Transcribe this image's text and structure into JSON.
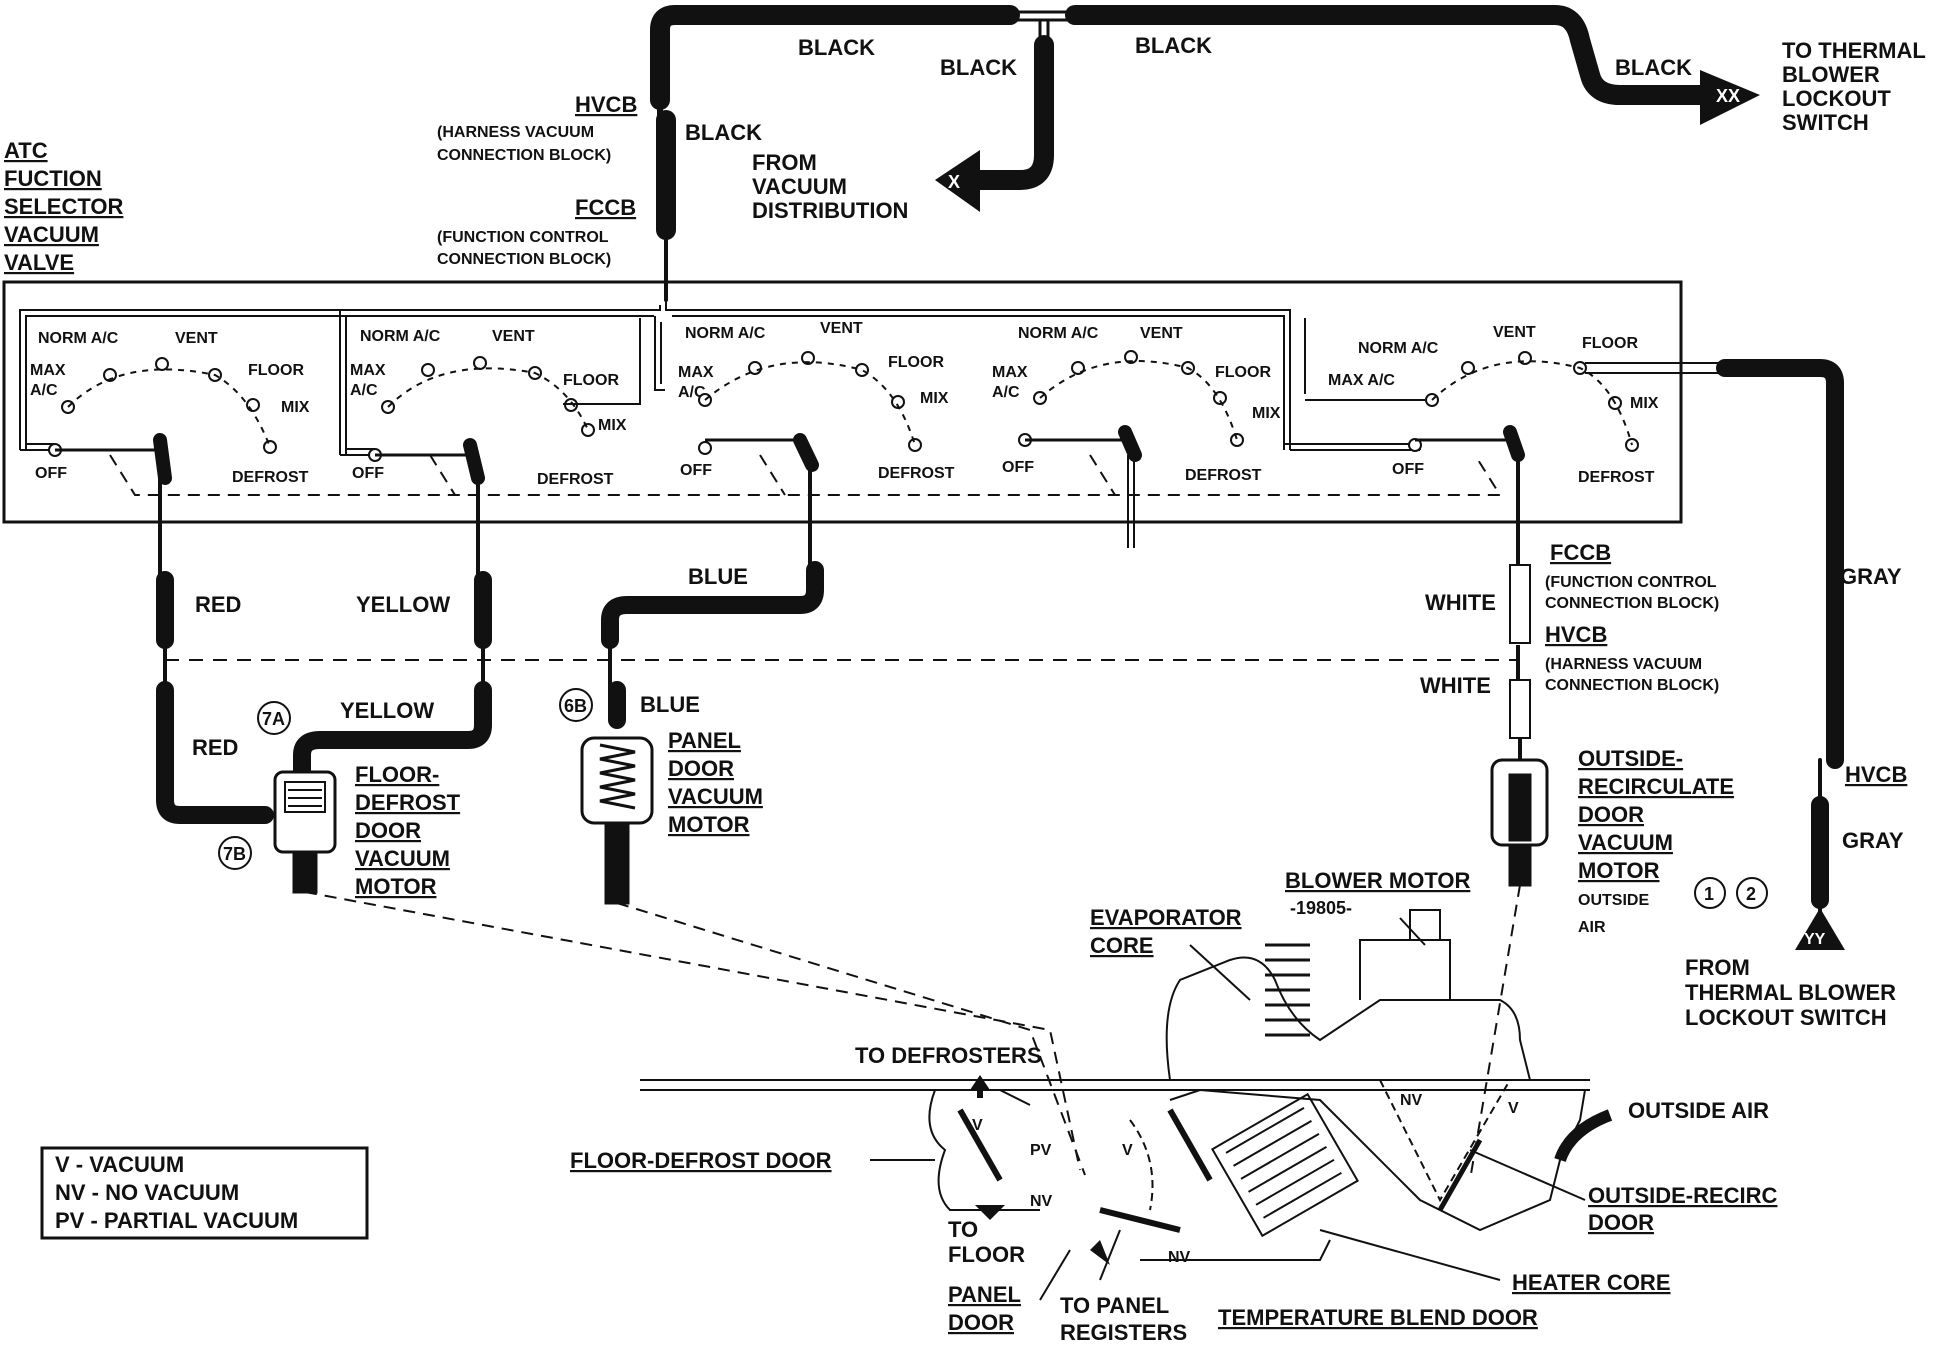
{
  "colors": {
    "ink": "#111111",
    "paper": "#ffffff"
  },
  "valve_title": [
    "ATC",
    "FUCTION",
    "SELECTOR",
    "VACUUM",
    "VALVE"
  ],
  "top": {
    "hose_black_1": "BLACK",
    "hose_black_2": "BLACK",
    "hose_black_3": "BLACK",
    "hose_black_4": "BLACK",
    "hose_black_5": "BLACK",
    "from_vacuum": [
      "FROM",
      "VACUUM",
      "DISTRIBUTION"
    ],
    "port_x": "X",
    "port_xx": "XX",
    "to_thermal": [
      "TO THERMAL",
      "BLOWER",
      "LOCKOUT",
      "SWITCH"
    ]
  },
  "connectors": {
    "hvcb": "HVCB",
    "hvcb_desc": [
      "(HARNESS VACUUM",
      "CONNECTION BLOCK)"
    ],
    "fccb": "FCCB",
    "fccb_desc": [
      "(FUNCTION CONTROL",
      "CONNECTION BLOCK)"
    ]
  },
  "selector_positions": {
    "norm": "NORM A/C",
    "vent": "VENT",
    "max": [
      "MAX",
      "A/C"
    ],
    "max_one_line": "MAX A/C",
    "floor": "FLOOR",
    "mix": "MIX",
    "defrost": "DEFROST",
    "off": "OFF"
  },
  "hoses": {
    "red": "RED",
    "yellow": "YELLOW",
    "blue": "BLUE",
    "white": "WHITE",
    "gray": "GRAY"
  },
  "motors": {
    "floor_defrost": [
      "FLOOR-",
      "DEFROST",
      "DOOR",
      "VACUUM",
      "MOTOR"
    ],
    "panel": [
      "PANEL",
      "DOOR",
      "VACUUM",
      "MOTOR"
    ],
    "outside_recirc": [
      "OUTSIDE-",
      "RECIRCULATE",
      "DOOR",
      "VACUUM",
      "MOTOR"
    ],
    "outside_recirc_sub": [
      "OUTSIDE",
      "AIR"
    ]
  },
  "callouts": {
    "c7a": "7A",
    "c7b": "7B",
    "c6b": "6B",
    "c1": "1",
    "c2": "2"
  },
  "from_thermal": [
    "FROM",
    "THERMAL BLOWER",
    "LOCKOUT SWITCH"
  ],
  "port_yy": "YY",
  "housing": {
    "evaporator": [
      "EVAPORATOR",
      "CORE"
    ],
    "blower": "BLOWER MOTOR",
    "blower_part": "-19805-",
    "to_defrosters": "TO DEFROSTERS",
    "to_floor": [
      "TO",
      "FLOOR"
    ],
    "floor_defrost_door": "FLOOR-DEFROST DOOR",
    "panel_door": [
      "PANEL",
      "DOOR"
    ],
    "to_panel_registers": [
      "TO PANEL",
      "REGISTERS"
    ],
    "temp_blend_door": "TEMPERATURE BLEND DOOR",
    "heater_core": "HEATER CORE",
    "outside_recirc_door": [
      "OUTSIDE-RECIRC",
      "DOOR"
    ],
    "outside_air": "OUTSIDE AIR",
    "v": "V",
    "nv": "NV",
    "pv": "PV"
  },
  "legend": [
    "V - VACUUM",
    "NV - NO VACUUM",
    "PV - PARTIAL VACUUM"
  ]
}
